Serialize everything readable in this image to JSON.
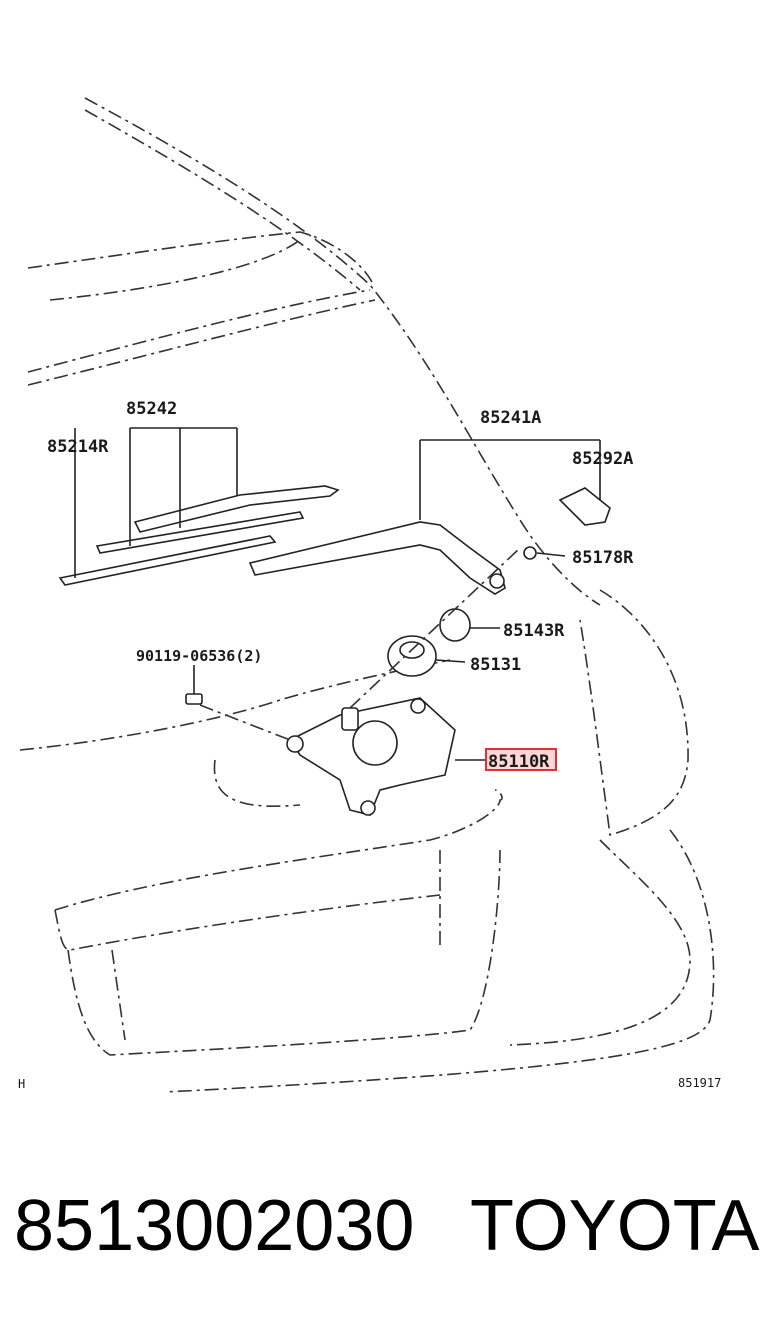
{
  "diagram": {
    "labels": {
      "blade_assy": "85242",
      "blade_rubber": "85214R",
      "arm": "85241A",
      "cap": "85292A",
      "nut": "85178R",
      "seal": "85143R",
      "grommet": "85131",
      "bolt": "90119-06536(2)",
      "motor": "85110R"
    },
    "corner_left": "H",
    "corner_right": "851917",
    "highlight_color": "#e03030"
  },
  "footer": {
    "part_number": "8513002030",
    "brand": "TOYOTA"
  }
}
